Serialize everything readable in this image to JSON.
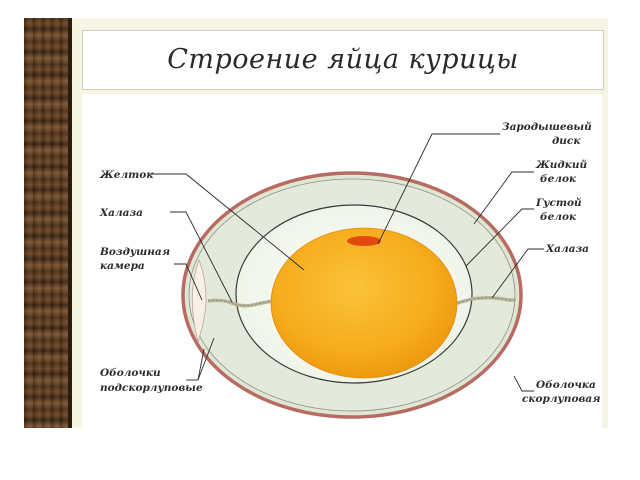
{
  "slide": {
    "title": "Строение яйца курицы"
  },
  "labels": {
    "germinal_disc_1": "Зародышевый",
    "germinal_disc_2": "диск",
    "liquid_white_1": "Жидкий",
    "liquid_white_2": "белок",
    "thick_white_1": "Густой",
    "thick_white_2": "белок",
    "chalaza_right": "Халаза",
    "shell_membrane_1": "Оболочка",
    "shell_membrane_2": "скорлуповая",
    "yolk": "Желток",
    "chalaza_left": "Халаза",
    "air_cell_1": "Воздушная",
    "air_cell_2": "камера",
    "sub_shell_1": "Оболочки",
    "sub_shell_2": "подскорлуповые"
  },
  "colors": {
    "yolk": "#f6ac1c",
    "germinal_disc": "#e04a10",
    "shell": "#b76b62",
    "white": "#e6ecdc",
    "slide_bg": "#f6f4e2"
  }
}
